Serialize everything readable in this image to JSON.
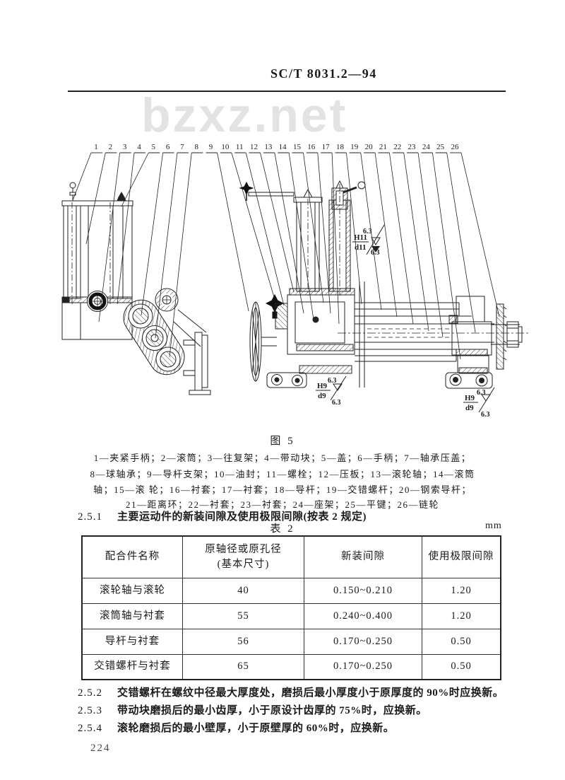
{
  "header": {
    "standard_code": "SC/T 8031.2—94"
  },
  "watermark": "bzxz.net",
  "figure": {
    "label": "图 5",
    "caption_lines": [
      "1—夹紧手柄；2—滚筒；3—往复架；4—带动块；5—盖；6—手柄；7—轴承压盖；",
      "8—球轴承；9—导杆支架；10—油封；11—螺栓；12—压板；13—滚轮轴；14—滚筒",
      "轴；15—滚 轮；16—衬套；17—衬套；18—导杆；19—交错螺杆；20—钢索导杆；",
      "21—距离环；22—衬套；23—衬套；24—座架；25—平键；26—链轮"
    ],
    "part_numbers": [
      "1",
      "2",
      "3",
      "4",
      "5",
      "6",
      "7",
      "8",
      "9",
      "10",
      "11",
      "12",
      "13",
      "14",
      "15",
      "16",
      "17",
      "18",
      "19",
      "20",
      "21",
      "22",
      "23",
      "24",
      "25",
      "26"
    ],
    "annotations": {
      "fit_top_num": "H11",
      "fit_top_den": "d11",
      "fit_bottom_num": "H9",
      "fit_bottom_den": "d9",
      "roughness": "6.3"
    }
  },
  "clauses": [
    {
      "num": "2.5.1",
      "text": "主要运动件的新装间隙及使用极限间隙(按表 2 规定)"
    },
    {
      "num": "2.5.2",
      "text": "交错螺杆在螺纹中径最大厚度处，磨损后最小厚度小于原厚度的 90%时应换新。"
    },
    {
      "num": "2.5.3",
      "text": "带动块磨损后的最小齿厚，小于原设计齿厚的 75%时，应换新。"
    },
    {
      "num": "2.5.4",
      "text": "滚轮磨损后的最小壁厚，小于原壁厚的 60%时，应换新。"
    }
  ],
  "table": {
    "label": "表 2",
    "unit": "mm",
    "headers": {
      "col1": "配合件名称",
      "col2_line1": "原轴径或原孔径",
      "col2_line2": "(基本尺寸)",
      "col3": "新装间隙",
      "col4": "使用极限间隙"
    },
    "rows": [
      {
        "name": "滚轮轴与滚轮",
        "size": "40",
        "new_clearance": "0.150~0.210",
        "limit": "1.20"
      },
      {
        "name": "滚筒轴与衬套",
        "size": "55",
        "new_clearance": "0.240~0.400",
        "limit": "1.20"
      },
      {
        "name": "导杆与衬套",
        "size": "56",
        "new_clearance": "0.170~0.250",
        "limit": "0.50"
      },
      {
        "name": "交错螺杆与衬套",
        "size": "65",
        "new_clearance": "0.170~0.250",
        "limit": "0.50"
      }
    ]
  },
  "footer": {
    "page_number": "224"
  }
}
